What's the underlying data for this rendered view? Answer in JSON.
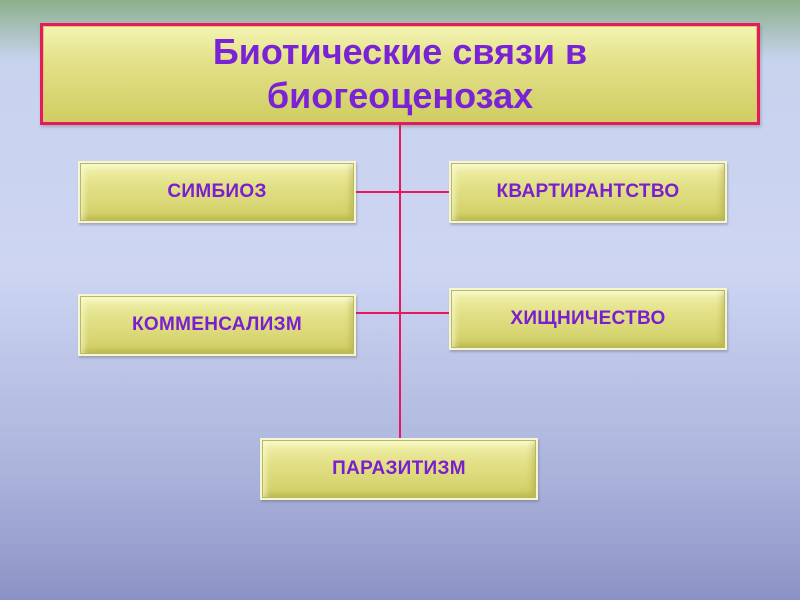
{
  "title": {
    "line1": "Биотические связи в",
    "line2": "биогеоценозах"
  },
  "nodes": {
    "symbiosis": "СИМБИОЗ",
    "kvartirantstvo": "КВАРТИРАНТСТВО",
    "kommensalizm": "КОММЕНСАЛИЗМ",
    "hischnichestvo": "ХИЩНИЧЕСТВО",
    "parazitizm": "ПАРАЗИТИЗМ"
  },
  "colors": {
    "text": "#7a1fcf",
    "connector": "#e8185c",
    "box_fill": "#e4e28a"
  }
}
